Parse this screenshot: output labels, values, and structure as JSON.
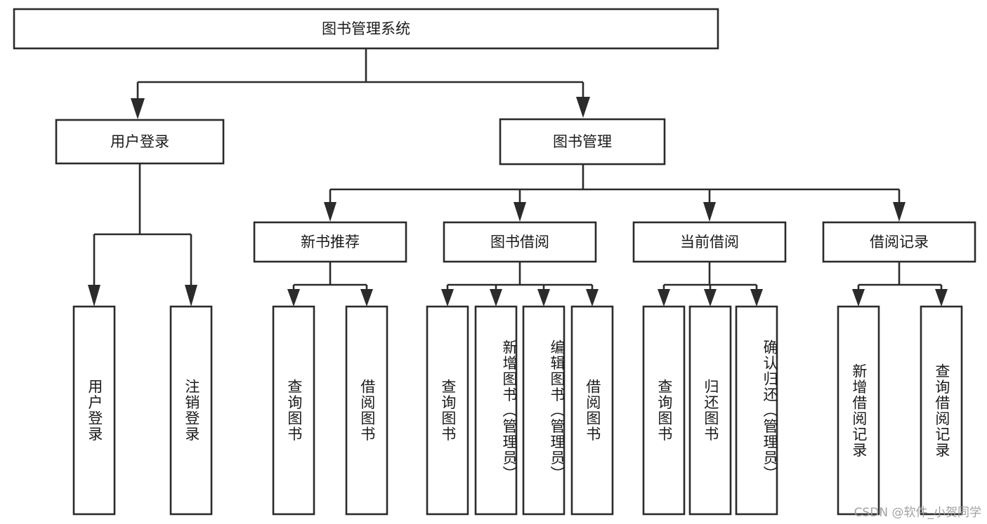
{
  "diagram": {
    "title": "图书管理系统",
    "type": "tree",
    "orientation": "top-down",
    "colors": {
      "box_stroke": "#2b2b2b",
      "box_fill": "#ffffff",
      "connector": "#2b2b2b",
      "text": "#1a1a1a",
      "background": "#ffffff",
      "watermark": "#9a9a9a"
    },
    "root": {
      "label": "图书管理系统"
    },
    "level1": [
      {
        "label": "用户登录"
      },
      {
        "label": "图书管理"
      }
    ],
    "level2": [
      {
        "label": "新书推荐"
      },
      {
        "label": "图书借阅"
      },
      {
        "label": "当前借阅"
      },
      {
        "label": "借阅记录"
      }
    ],
    "leaves": {
      "user_login": [
        {
          "label": "用户登录"
        },
        {
          "label": "注销登录"
        }
      ],
      "new_book_recommend": [
        {
          "label": "查询图书"
        },
        {
          "label": "借阅图书"
        }
      ],
      "book_borrow": [
        {
          "label": "查询图书"
        },
        {
          "label": "新增图书（管理员）"
        },
        {
          "label": "编辑图书（管理员）"
        },
        {
          "label": "借阅图书"
        }
      ],
      "current_borrow": [
        {
          "label": "查询图书"
        },
        {
          "label": "归还图书"
        },
        {
          "label": "确认归还（管理员）"
        }
      ],
      "borrow_record": [
        {
          "label": "新增借阅记录"
        },
        {
          "label": "查询借阅记录"
        }
      ]
    }
  },
  "watermark": {
    "text": "CSDN @软件_小贺同学"
  }
}
